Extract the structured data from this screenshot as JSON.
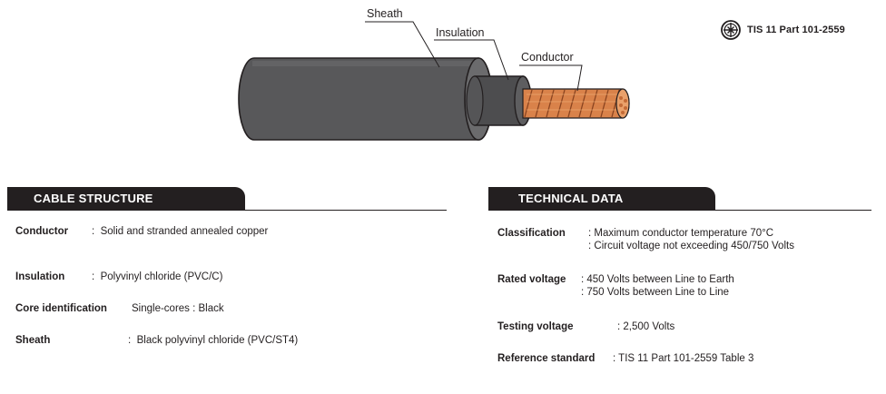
{
  "callouts": {
    "sheath": "Sheath",
    "insulation": "Insulation",
    "conductor": "Conductor"
  },
  "standard_mark": {
    "icon": "tis-certification-mark-icon",
    "text": "TIS 11 Part 101-2559"
  },
  "colors": {
    "dark": "#231f20",
    "sheath": "#58585a",
    "insulation": "#4d4d4f",
    "copper": "#d9824a"
  },
  "cable_structure": {
    "title": "CABLE STRUCTURE",
    "rows": [
      {
        "label": "Conductor",
        "sep": ":",
        "value": "Solid and stranded annealed copper"
      },
      {
        "label": "Insulation",
        "sep": ":",
        "value": "Polyvinyl chloride (PVC/C)"
      },
      {
        "label": "Core identification",
        "sep": "",
        "value": "Single-cores  : Black"
      },
      {
        "label": "Sheath",
        "sep": ":",
        "value": "Black polyvinyl chloride (PVC/ST4)"
      }
    ]
  },
  "technical_data": {
    "title": "TECHNICAL DATA",
    "rows": [
      {
        "label": "Classification",
        "lines": [
          ": Maximum conductor temperature 70°C",
          ": Circuit voltage not exceeding 450/750 Volts"
        ]
      },
      {
        "label": "Rated voltage",
        "lines": [
          ": 450 Volts between Line to Earth",
          ": 750 Volts between Line to Line"
        ]
      },
      {
        "label": "Testing voltage",
        "lines": [
          ": 2,500 Volts"
        ]
      },
      {
        "label": "Reference standard",
        "lines": [
          ": TIS 11 Part 101-2559 Table 3"
        ]
      }
    ]
  }
}
